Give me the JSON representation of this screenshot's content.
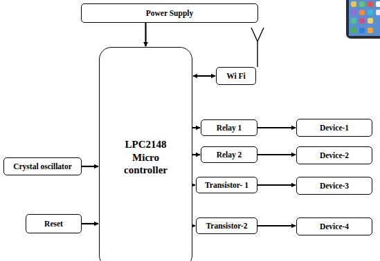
{
  "diagram": {
    "nodes": [
      {
        "text": [
          "Power Supply"
        ]
      },
      {
        "text": [
          "LPC2148 Micro controller"
        ]
      },
      {
        "text": [
          "Wi Fi"
        ]
      },
      {
        "text": [
          "Relay 1"
        ]
      },
      {
        "text": [
          "Device-1"
        ]
      },
      {
        "text": [
          "Relay 2"
        ]
      },
      {
        "text": [
          "Device-2"
        ]
      },
      {
        "text": [
          "Crystal oscillator"
        ]
      },
      {
        "text": [
          "Transistor- 1"
        ]
      },
      {
        "text": [
          "Device-3"
        ]
      },
      {
        "text": [
          "Reset"
        ]
      },
      {
        "text": [
          "Transistor-2"
        ]
      },
      {
        "text": [
          "Device-4"
        ]
      }
    ],
    "edges": [
      {
        "from": 0,
        "to": 1,
        "arrow": "to"
      },
      {
        "from": 1,
        "to": 2,
        "arrow": "both"
      },
      {
        "from": 1,
        "to": 3,
        "arrow": "to"
      },
      {
        "from": 3,
        "to": 4,
        "arrow": "to"
      },
      {
        "from": 1,
        "to": 5,
        "arrow": "to"
      },
      {
        "from": 5,
        "to": 6,
        "arrow": "to"
      },
      {
        "from": 7,
        "to": 1,
        "arrow": "to"
      },
      {
        "from": 1,
        "to": 8,
        "arrow": "to"
      },
      {
        "from": 8,
        "to": 9,
        "arrow": "to"
      },
      {
        "from": 10,
        "to": 1,
        "arrow": "to"
      },
      {
        "from": 1,
        "to": 11,
        "arrow": "to"
      },
      {
        "from": 11,
        "to": 12,
        "arrow": "to"
      }
    ]
  }
}
